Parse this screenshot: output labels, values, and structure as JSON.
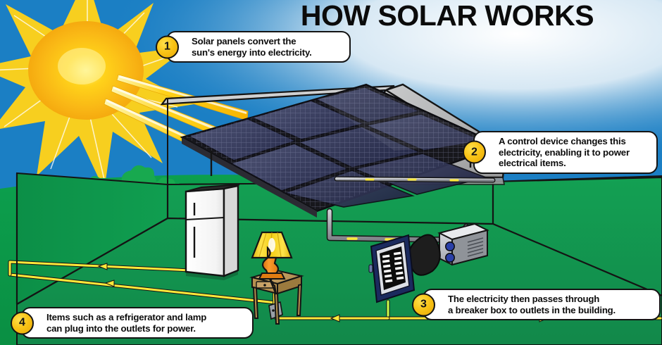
{
  "title": "HOW SOLAR WORKS",
  "callouts": [
    {
      "number": "1",
      "text": "Solar panels convert the\nsun's energy into electricity."
    },
    {
      "number": "2",
      "text": "A control device changes this\nelectricity, enabling it to power\nelectrical items."
    },
    {
      "number": "3",
      "text": "The electricity then passes through\na breaker box to outlets in the building."
    },
    {
      "number": "4",
      "text": "Items such as a refrigerator and lamp\ncan plug into the outlets for power."
    }
  ],
  "colors": {
    "sky": "#1b7fc4",
    "sky_glow": "#ffffff",
    "grass": "#0a9a4a",
    "floor": "#17914b",
    "wall_left": "#0e8a44",
    "roof": "#b3b3b3",
    "panel": "#3a3f63",
    "panel_frame": "#17171c",
    "sun_core": "#ffd21a",
    "sun_ray": "#f9c417",
    "wire_yellow": "#ffe93a",
    "conduit": "#a8aab0",
    "badge": "#f9c417",
    "breaker_frame": "#1b2a5e",
    "inverter": "#bfc3c9",
    "fridge": "#ffffff",
    "lamp_shade": "#f5d018",
    "lamp_base": "#f08a1e",
    "table": "#c8a267",
    "bush": "#16a34a",
    "outline": "#141414"
  },
  "scene_labels": {
    "sun": "sun",
    "sun_rays": "sun-rays",
    "solar_panel": "solar-panel-array",
    "roof": "house-roof",
    "conduit": "conduit-pipe",
    "inverter": "control-device-inverter",
    "breaker_box": "breaker-box",
    "refrigerator": "refrigerator",
    "lamp": "table-lamp",
    "side_table": "side-table",
    "outlet": "wall-outlet",
    "wires": "electrical-wiring",
    "bushes": "background-bushes"
  },
  "counts": {
    "sun_ray_count": 3,
    "panel_columns": 3,
    "panel_rows": 2,
    "bush_count": 5,
    "inverter_dials": 2
  }
}
